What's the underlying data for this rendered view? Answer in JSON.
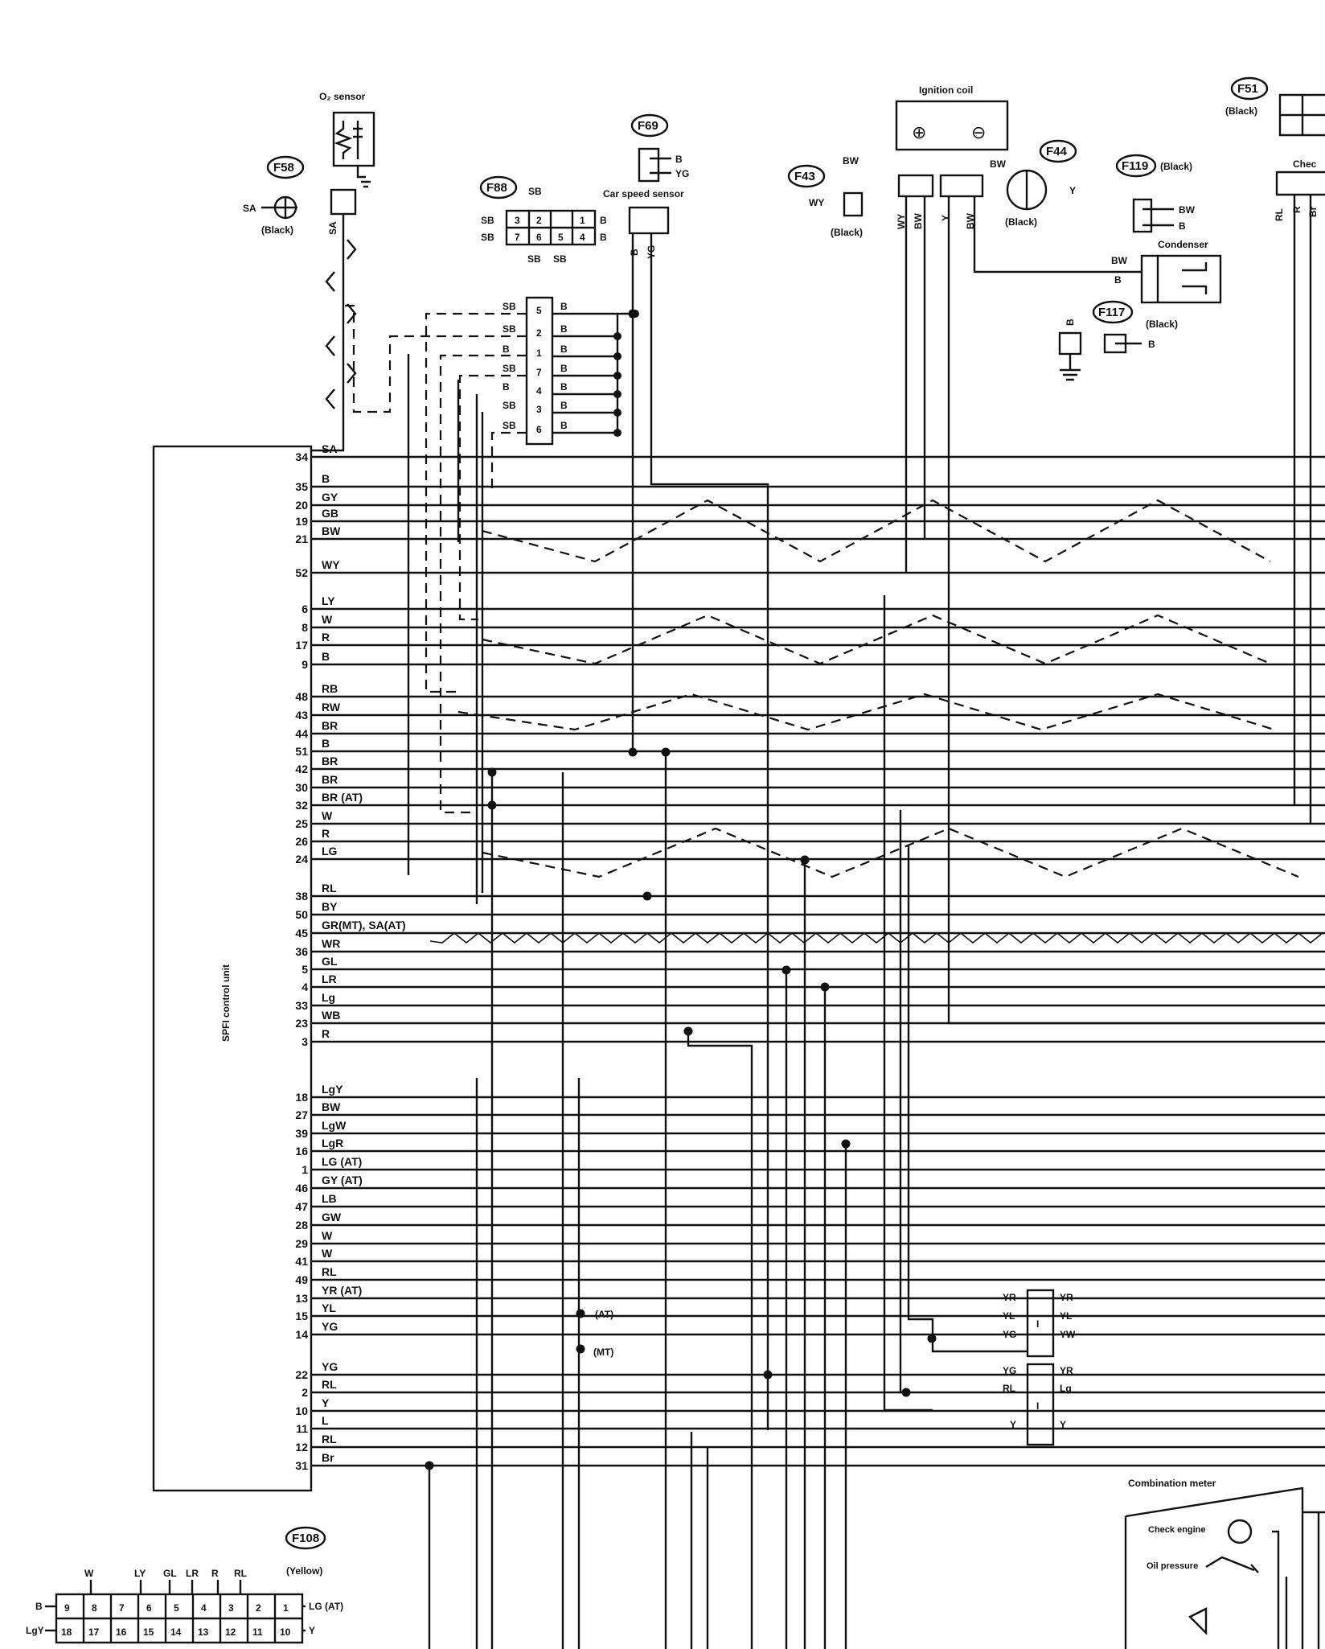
{
  "ecu": {
    "title": "SPFI control unit",
    "pins": [
      {
        "pin": "34",
        "color": "SA"
      },
      {
        "pin": "35",
        "color": "B"
      },
      {
        "pin": "20",
        "color": "GY"
      },
      {
        "pin": "19",
        "color": "GB"
      },
      {
        "pin": "21",
        "color": "BW"
      },
      {
        "pin": "52",
        "color": "WY"
      },
      {
        "pin": "6",
        "color": "LY"
      },
      {
        "pin": "8",
        "color": "W"
      },
      {
        "pin": "17",
        "color": "R"
      },
      {
        "pin": "9",
        "color": "B"
      },
      {
        "pin": "48",
        "color": "RB"
      },
      {
        "pin": "43",
        "color": "RW"
      },
      {
        "pin": "44",
        "color": "BR"
      },
      {
        "pin": "51",
        "color": "B"
      },
      {
        "pin": "42",
        "color": "BR"
      },
      {
        "pin": "30",
        "color": "BR"
      },
      {
        "pin": "32",
        "color": "BR (AT)"
      },
      {
        "pin": "25",
        "color": "W"
      },
      {
        "pin": "26",
        "color": "R"
      },
      {
        "pin": "24",
        "color": "LG"
      },
      {
        "pin": "38",
        "color": "RL"
      },
      {
        "pin": "50",
        "color": "BY"
      },
      {
        "pin": "45",
        "color": "GR(MT), SA(AT)"
      },
      {
        "pin": "36",
        "color": "WR"
      },
      {
        "pin": "5",
        "color": "GL"
      },
      {
        "pin": "4",
        "color": "LR"
      },
      {
        "pin": "33",
        "color": "Lg"
      },
      {
        "pin": "23",
        "color": "WB"
      },
      {
        "pin": "3",
        "color": "R"
      },
      {
        "pin": "18",
        "color": "LgY"
      },
      {
        "pin": "27",
        "color": "BW"
      },
      {
        "pin": "39",
        "color": "LgW"
      },
      {
        "pin": "16",
        "color": "LgR"
      },
      {
        "pin": "1",
        "color": "LG (AT)"
      },
      {
        "pin": "46",
        "color": "GY (AT)"
      },
      {
        "pin": "47",
        "color": "LB"
      },
      {
        "pin": "28",
        "color": "GW"
      },
      {
        "pin": "29",
        "color": "W"
      },
      {
        "pin": "41",
        "color": "W"
      },
      {
        "pin": "49",
        "color": "RL"
      },
      {
        "pin": "13",
        "color": "YR (AT)"
      },
      {
        "pin": "15",
        "color": "YL"
      },
      {
        "pin": "14",
        "color": "YG"
      },
      {
        "pin": "22",
        "color": "YG"
      },
      {
        "pin": "2",
        "color": "RL"
      },
      {
        "pin": "10",
        "color": "Y"
      },
      {
        "pin": "11",
        "color": "L"
      },
      {
        "pin": "12",
        "color": "RL"
      },
      {
        "pin": "31",
        "color": "Br"
      }
    ]
  },
  "o2_sensor": {
    "title": "O₂ sensor",
    "wire": "SA"
  },
  "f58": {
    "id": "F58",
    "wire": "SA",
    "note": "(Black)"
  },
  "f69": {
    "id": "F69",
    "pins": [
      "B",
      "YG"
    ]
  },
  "car_speed_sensor": {
    "title": "Car speed sensor",
    "wires": [
      "B",
      "YG"
    ]
  },
  "f88": {
    "id": "F88",
    "top_label": "SB",
    "left_labels": [
      "SB",
      "SB"
    ],
    "right_labels": [
      "B",
      "B"
    ],
    "bottom_labels": [
      "SB",
      "SB"
    ],
    "row1": [
      "3",
      "2",
      "1"
    ],
    "row2": [
      "7",
      "6",
      "5",
      "4"
    ]
  },
  "splice": {
    "left": [
      "SB",
      "SB",
      "B",
      "SB",
      "B",
      "SB",
      "SB"
    ],
    "pins": [
      "5",
      "2",
      "1",
      "7",
      "4",
      "3",
      "6"
    ],
    "right": [
      "B",
      "B",
      "B",
      "B",
      "B",
      "B",
      "B"
    ]
  },
  "f43": {
    "id": "F43",
    "top": "BW",
    "left": "WY",
    "note": "(Black)"
  },
  "ignition_coil": {
    "title": "Ignition coil",
    "plus": "⊕",
    "minus": "⊖",
    "wires": [
      "WY",
      "BW",
      "Y",
      "BW"
    ]
  },
  "f44": {
    "id": "F44",
    "left": "BW",
    "right": "Y",
    "note": "(Black)"
  },
  "f119": {
    "id": "F119",
    "note": "(Black)",
    "pins": [
      "BW",
      "B"
    ]
  },
  "condenser": {
    "title": "Condenser",
    "wires": [
      "BW",
      "B"
    ]
  },
  "f117": {
    "id": "F117",
    "note": "(Black)",
    "pin": "B",
    "ground_wire": "B"
  },
  "f51": {
    "id": "F51",
    "note": "(Black)"
  },
  "check_connector": {
    "title": "Chec",
    "wires": [
      "RL",
      "R",
      "Br"
    ]
  },
  "at_mt": {
    "at": "(AT)",
    "mt": "(MT)"
  },
  "relay1": {
    "left": [
      "YR",
      "YL",
      "YG"
    ],
    "right": [
      "YR",
      "YL",
      "YW"
    ]
  },
  "relay2": {
    "left": [
      "YG",
      "RL",
      "Y"
    ],
    "right": [
      "YR",
      "Lg",
      "Y"
    ]
  },
  "combination_meter": {
    "title": "Combination meter",
    "check_engine": "Check engine",
    "oil_pressure": "Oil pressure"
  },
  "f108": {
    "id": "F108",
    "note": "(Yellow)",
    "top_labels": [
      "W",
      "LY",
      "GL",
      "LR",
      "R",
      "RL"
    ],
    "row1": [
      "9",
      "8",
      "7",
      "6",
      "5",
      "4",
      "3",
      "2",
      "1"
    ],
    "row2": [
      "18",
      "17",
      "16",
      "15",
      "14",
      "13",
      "12",
      "11",
      "10"
    ],
    "left": [
      "B",
      "LgY"
    ],
    "right": [
      "LG (AT)",
      "Y"
    ]
  }
}
